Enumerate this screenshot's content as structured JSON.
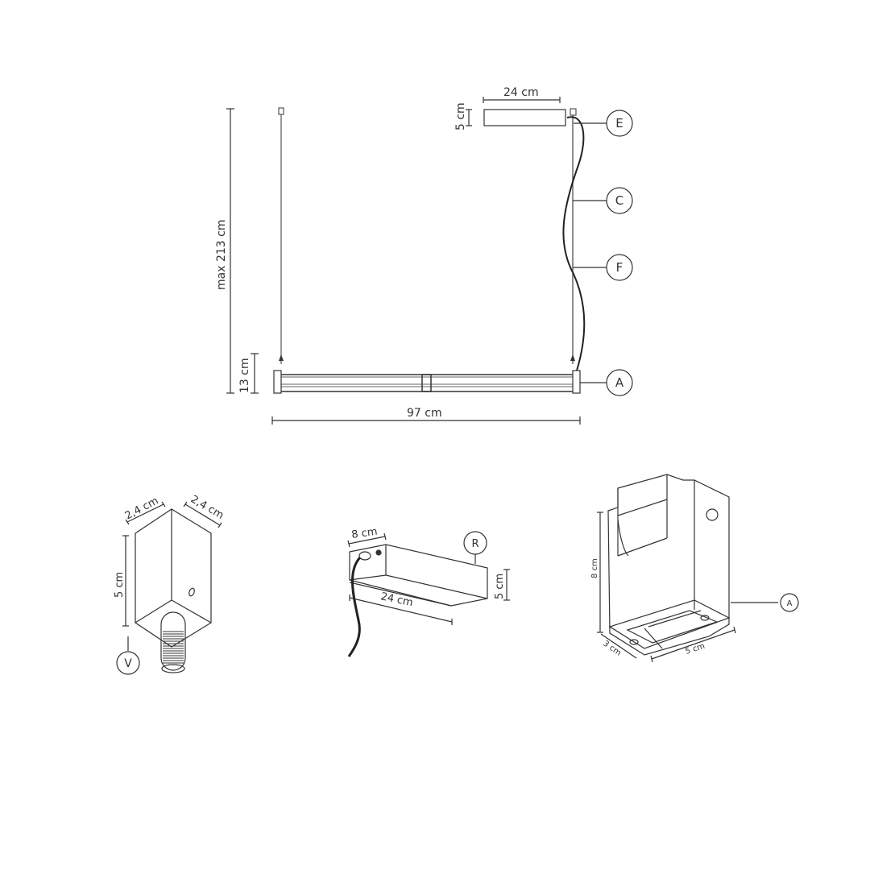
{
  "diagram": {
    "type": "technical-dimension-drawing",
    "subject": "linear pendant lamp with remote driver and components",
    "main_view": {
      "dimensions": {
        "overall_height": "max 213 cm",
        "lamp_height": "13 cm",
        "lamp_width": "97 cm",
        "driver_width": "24 cm",
        "driver_height": "5 cm"
      },
      "callouts": [
        {
          "id": "E",
          "label": "E"
        },
        {
          "id": "C",
          "label": "C"
        },
        {
          "id": "F",
          "label": "F"
        },
        {
          "id": "A",
          "label": "A"
        }
      ]
    },
    "detail_v": {
      "callout": "V",
      "dimensions": {
        "width_left": "2,4 cm",
        "width_right": "2,4 cm",
        "height": "5 cm"
      }
    },
    "detail_r": {
      "callout": "R",
      "dimensions": {
        "depth": "8 cm",
        "length": "24 cm",
        "height": "5 cm"
      }
    },
    "detail_a": {
      "callout": "A",
      "dimensions": {
        "height": "8 cm",
        "depth": "3 cm",
        "width": "5 cm"
      }
    },
    "colors": {
      "line": "#333333",
      "cable": "#222222",
      "background": "#ffffff"
    }
  }
}
